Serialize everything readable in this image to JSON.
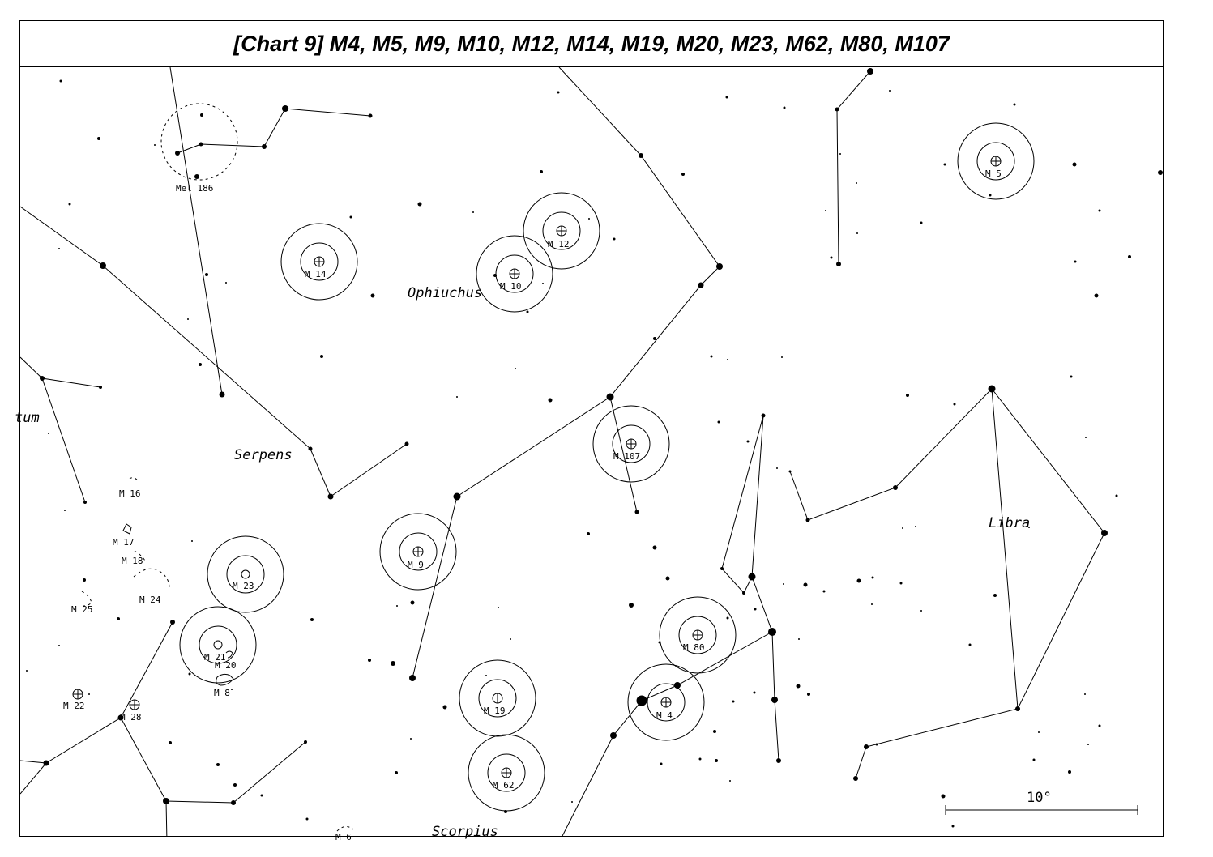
{
  "title": "[Chart 9] M4, M5, M9, M10, M12, M14, M19, M20, M23, M62, M80, M107",
  "constellations": [
    "Ophiuchus",
    "Serpens",
    "Scorpius",
    "Libra",
    "tum"
  ],
  "highlighted_objects": [
    "M 14",
    "M 10",
    "M 12",
    "M 5",
    "M 107",
    "M 9",
    "M 23",
    "M 19",
    "M 62",
    "M 80",
    "M 4",
    "M 21",
    "M 20"
  ],
  "other_objects": [
    "Mel 186",
    "M 16",
    "M 17",
    "M 18",
    "M 24",
    "M 25",
    "M 8",
    "M 22",
    "M 28",
    "M 6"
  ],
  "scale_bar": {
    "label": "10°"
  },
  "colors": {
    "ink": "#000000",
    "background": "#ffffff"
  }
}
